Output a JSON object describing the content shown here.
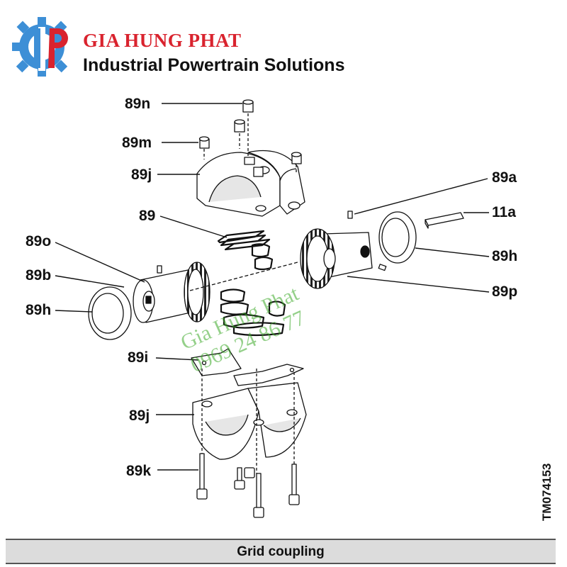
{
  "brand": {
    "name": "GIA HUNG PHAT",
    "tagline": "Industrial Powertrain Solutions",
    "colors": {
      "gear": "#3d8fd6",
      "letters": "#d9232e",
      "text": "#111111"
    }
  },
  "diagram": {
    "part_labels": {
      "n": "89n",
      "m": "89m",
      "j_top": "89j",
      "grid": "89",
      "o": "89o",
      "b": "89b",
      "h_left": "89h",
      "i": "89i",
      "j_bottom": "89j",
      "k": "89k",
      "a": "89a",
      "key": "11a",
      "h_right": "89h",
      "p": "89p"
    },
    "drawing_id": "TM074153"
  },
  "watermark": {
    "line1": "Gia Hung Phat",
    "line2": "0969 24 86 77",
    "color": "#3caa28"
  },
  "footer": {
    "caption": "Grid coupling"
  }
}
